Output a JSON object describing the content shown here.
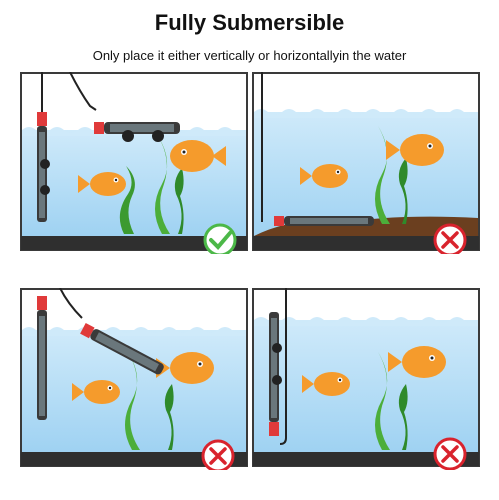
{
  "title": "Fully Submersible",
  "subtitle": "Only place it either vertically or horizontallyin the water",
  "colors": {
    "water": "#a9d8f5",
    "water_top": "#cfeafa",
    "frame": "#3a3a3a",
    "sand": "#6b3f1f",
    "fish": "#f59b2c",
    "seaweed": "#4cae3a",
    "correct": "#4cb848",
    "wrong": "#d9232d"
  },
  "panels": [
    {
      "id": "p1",
      "placement": "vertical heater on side glass with horizontal heater fully underwater",
      "status": "correct",
      "status_icon": "check-circle-icon"
    },
    {
      "id": "p2",
      "placement": "horizontal heater lying on gravel",
      "status": "wrong",
      "status_icon": "x-circle-icon"
    },
    {
      "id": "p3",
      "placement": "heater tilted partly above waterline",
      "status": "wrong",
      "status_icon": "x-circle-icon"
    },
    {
      "id": "p4",
      "placement": "heater mounted upside down",
      "status": "wrong",
      "status_icon": "x-circle-icon"
    }
  ]
}
